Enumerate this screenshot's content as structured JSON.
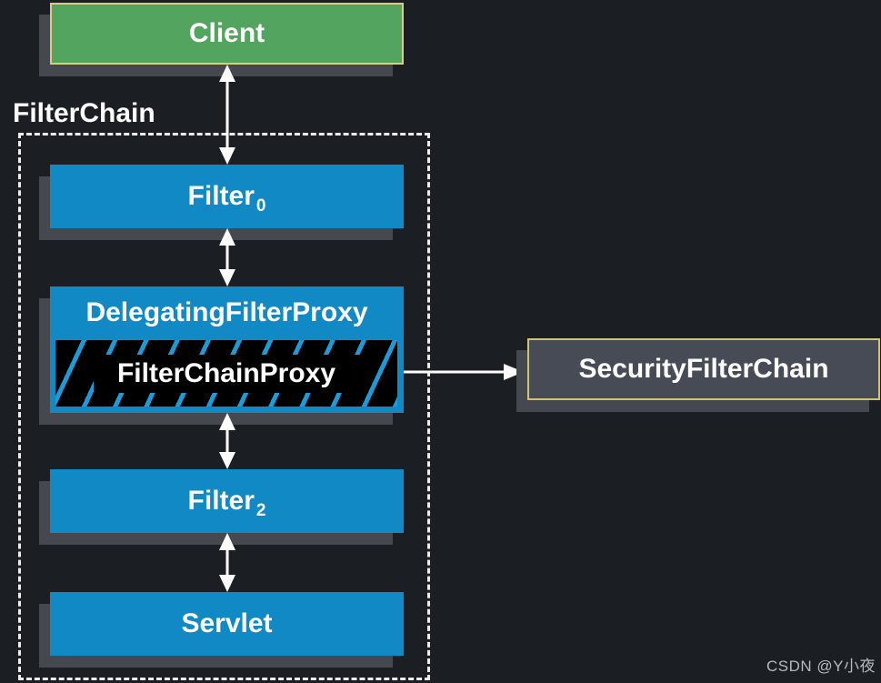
{
  "colors": {
    "background": "#1b1f24",
    "box_blue": "#1089c5",
    "box_green": "#53a45f",
    "box_slate": "#474b55",
    "border_tan": "#d9ce7c",
    "shadow_gray": "#45484e",
    "dashed_border": "#ededed",
    "hatch_blue": "#1b9cd8",
    "arrow_white": "#ffffff",
    "text_white": "#ffffff"
  },
  "diagram": {
    "client": {
      "label": "Client"
    },
    "filter_chain_group": {
      "label": "FilterChain"
    },
    "filter0": {
      "label": "Filter",
      "subscript": "0"
    },
    "delegating_filter_proxy": {
      "label": "DelegatingFilterProxy"
    },
    "filter_chain_proxy": {
      "label": "FilterChainProxy"
    },
    "filter2": {
      "label": "Filter",
      "subscript": "2"
    },
    "servlet": {
      "label": "Servlet"
    },
    "security_filter_chain": {
      "label": "SecurityFilterChain"
    }
  },
  "watermark": {
    "text": "CSDN @Y小夜"
  }
}
